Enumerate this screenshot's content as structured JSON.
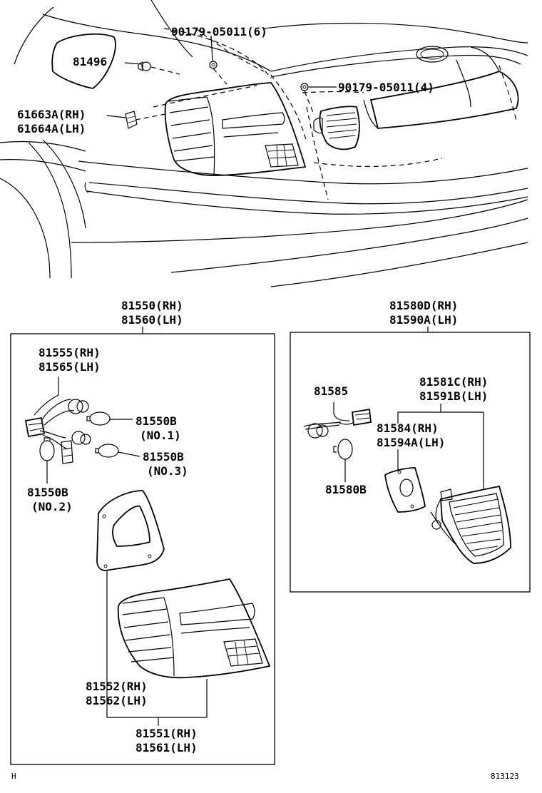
{
  "labels": {
    "screw_top": "90179-05011(6)",
    "clip": "81496",
    "screw_right": "90179-05011(4)",
    "socket_rh": "61663A(RH)",
    "socket_lh": "61664A(LH)",
    "assy_left_rh": "81550(RH)",
    "assy_left_lh": "81560(LH)",
    "assy_right_rh": "81580D(RH)",
    "assy_right_lh": "81590A(LH)",
    "wire_rh": "81555(RH)",
    "wire_lh": "81565(LH)",
    "bulb_no1": "81550B",
    "bulb_no1_note": "(NO.1)",
    "bulb_no3": "81550B",
    "bulb_no3_note": "(NO.3)",
    "bulb_no2": "81550B",
    "bulb_no2_note": "(NO.2)",
    "lens_rh": "81552(RH)",
    "lens_lh": "81562(LH)",
    "lamp_rh": "81551(RH)",
    "lamp_lh": "81561(LH)",
    "socket_wire": "81585",
    "bulb_right": "81580B",
    "gasket_rh": "81584(RH)",
    "gasket_lh": "81594A(LH)",
    "lens_right_rh": "81581C(RH)",
    "lens_right_lh": "81591B(LH)"
  },
  "footer": {
    "left_mark": "H",
    "ref_code": "813123"
  }
}
